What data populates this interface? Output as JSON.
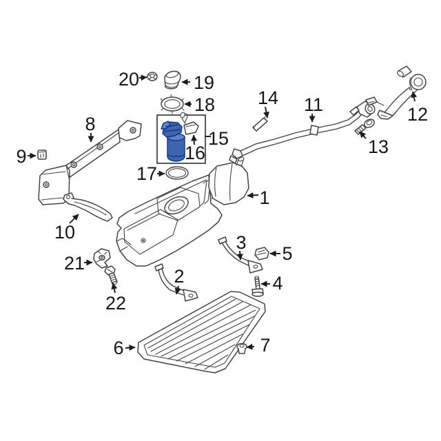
{
  "diagram": {
    "kind": "exploded-parts-diagram",
    "background": "#ffffff",
    "line_color": "#434343",
    "label_color": "#161616",
    "highlighted_part": {
      "callout": "16",
      "icon": "fuel-pump-icon",
      "fill": "#3b65b1",
      "top_fill": "#5d84cb",
      "stroke": "#16357c"
    },
    "callouts": [
      {
        "num": "1",
        "part": "fuel-tank"
      },
      {
        "num": "2",
        "part": "tank-strap-front"
      },
      {
        "num": "3",
        "part": "tank-strap-rear"
      },
      {
        "num": "4",
        "part": "strap-bolt"
      },
      {
        "num": "5",
        "part": "strap-clip-nut"
      },
      {
        "num": "6",
        "part": "skid-plate"
      },
      {
        "num": "7",
        "part": "push-nut"
      },
      {
        "num": "8",
        "part": "heat-shield"
      },
      {
        "num": "9",
        "part": "shield-clip-nut"
      },
      {
        "num": "10",
        "part": "shield-bracket"
      },
      {
        "num": "11",
        "part": "vent-tube"
      },
      {
        "num": "12",
        "part": "filler-pipe"
      },
      {
        "num": "13",
        "part": "filler-pipe-bolt"
      },
      {
        "num": "14",
        "part": "filler-hose"
      },
      {
        "num": "15",
        "part": "fuel-pump-module"
      },
      {
        "num": "16",
        "part": "fuel-pump-connector"
      },
      {
        "num": "17",
        "part": "pump-o-ring-seal"
      },
      {
        "num": "18",
        "part": "lock-ring"
      },
      {
        "num": "19",
        "part": "filler-funnel"
      },
      {
        "num": "20",
        "part": "mounting-nut"
      },
      {
        "num": "21",
        "part": "support-bracket"
      },
      {
        "num": "22",
        "part": "bracket-bolt"
      }
    ]
  }
}
